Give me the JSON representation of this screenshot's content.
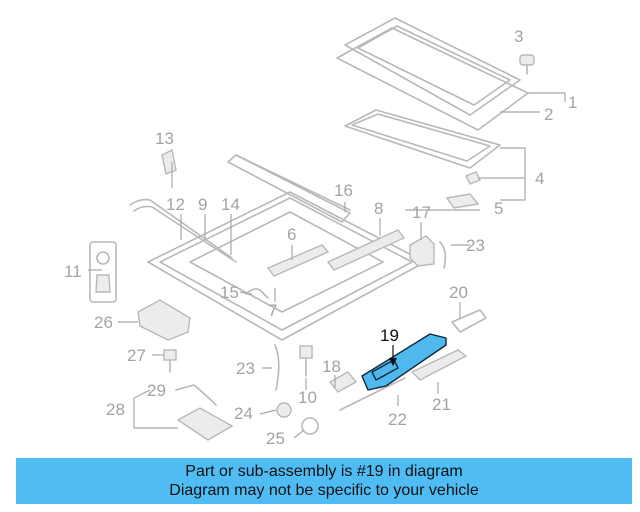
{
  "diagram": {
    "highlighted_part": "19",
    "highlight_color": "#4fb8ec",
    "callouts": [
      "1",
      "2",
      "3",
      "4",
      "5",
      "6",
      "7",
      "8",
      "9",
      "10",
      "11",
      "12",
      "13",
      "14",
      "15",
      "16",
      "17",
      "18",
      "19",
      "20",
      "21",
      "22",
      "23",
      "23",
      "24",
      "25",
      "26",
      "27",
      "28",
      "29"
    ]
  },
  "banner": {
    "line1": "Part or sub-assembly is #19 in diagram",
    "line2": "Diagram may not be specific to your vehicle",
    "background": "#4fbdf4"
  }
}
